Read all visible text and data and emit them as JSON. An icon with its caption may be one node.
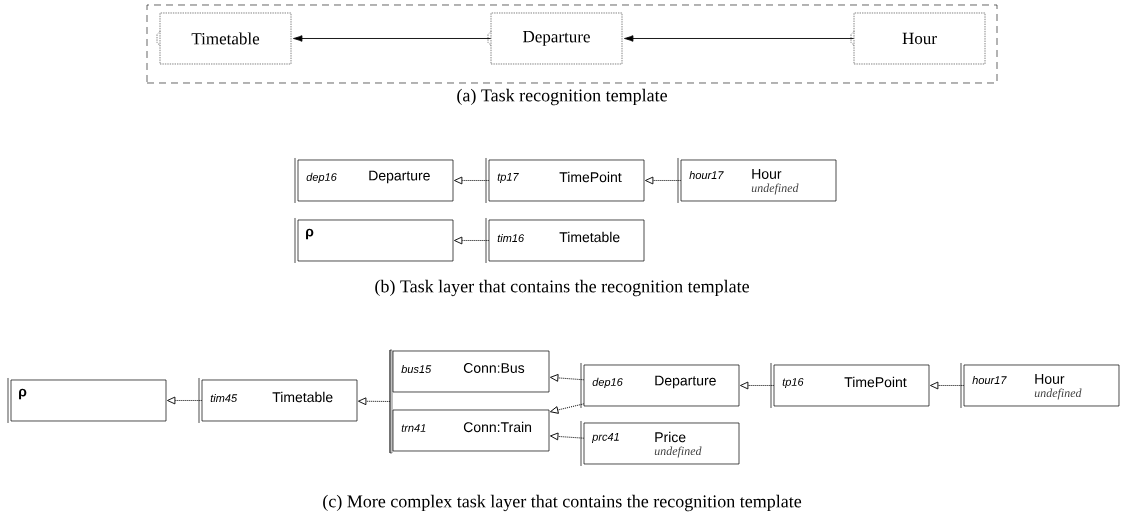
{
  "diagram": {
    "nodes": [
      {
        "text": [],
        "shape": "box"
      },
      {
        "text": [
          "Timetable"
        ],
        "in": 0
      },
      {
        "text": [
          "Departure"
        ],
        "in": 0
      },
      {
        "text": [
          "Hour"
        ],
        "in": 0
      },
      {
        "text": [
          "dep16",
          "Departure"
        ]
      },
      {
        "text": [
          "tp17",
          "TimePoint"
        ]
      },
      {
        "text": [
          "hour17",
          "Hour",
          "undefined"
        ]
      },
      {
        "text": [
          "ρ"
        ]
      },
      {
        "text": [
          "tim16",
          "Timetable"
        ]
      },
      {
        "text": [
          "ρ"
        ]
      },
      {
        "text": [
          "tim45",
          "Timetable"
        ]
      },
      {
        "text": [],
        "shape": "bar"
      },
      {
        "text": [
          "bus15",
          "Conn:Bus"
        ]
      },
      {
        "text": [
          "trn41",
          "Conn:Train"
        ]
      },
      {
        "text": [
          "dep16",
          "Departure"
        ]
      },
      {
        "text": [
          "tp16",
          "TimePoint"
        ]
      },
      {
        "text": [
          "hour17",
          "Hour",
          "undefined"
        ]
      },
      {
        "text": [
          "prc41",
          "Price",
          "undefined"
        ]
      }
    ],
    "edges": [
      {
        "from": 2,
        "to": 1,
        "arrow": "to"
      },
      {
        "from": 3,
        "to": 2,
        "arrow": "to"
      },
      {
        "from": 5,
        "to": 4,
        "arrow": "to",
        "style": "dashed"
      },
      {
        "from": 6,
        "to": 5,
        "arrow": "to",
        "style": "dashed"
      },
      {
        "from": 8,
        "to": 7,
        "arrow": "to",
        "style": "dashed"
      },
      {
        "from": 10,
        "to": 9,
        "arrow": "to",
        "style": "dashed"
      },
      {
        "from": 11,
        "to": 10,
        "arrow": "to",
        "style": "dashed"
      },
      {
        "from": 14,
        "to": 12,
        "arrow": "to",
        "style": "dashed"
      },
      {
        "from": 14,
        "to": 13,
        "arrow": "to",
        "style": "dashed"
      },
      {
        "from": 17,
        "to": 13,
        "arrow": "to",
        "style": "dashed"
      },
      {
        "from": 15,
        "to": 14,
        "arrow": "to",
        "style": "dashed"
      },
      {
        "from": 16,
        "to": 15,
        "arrow": "to",
        "style": "dashed"
      }
    ],
    "labels": [
      "(a) Task recognition template",
      "(b) Task layer that contains the recognition template",
      "(c) More complex task layer that contains the recognition template"
    ]
  }
}
